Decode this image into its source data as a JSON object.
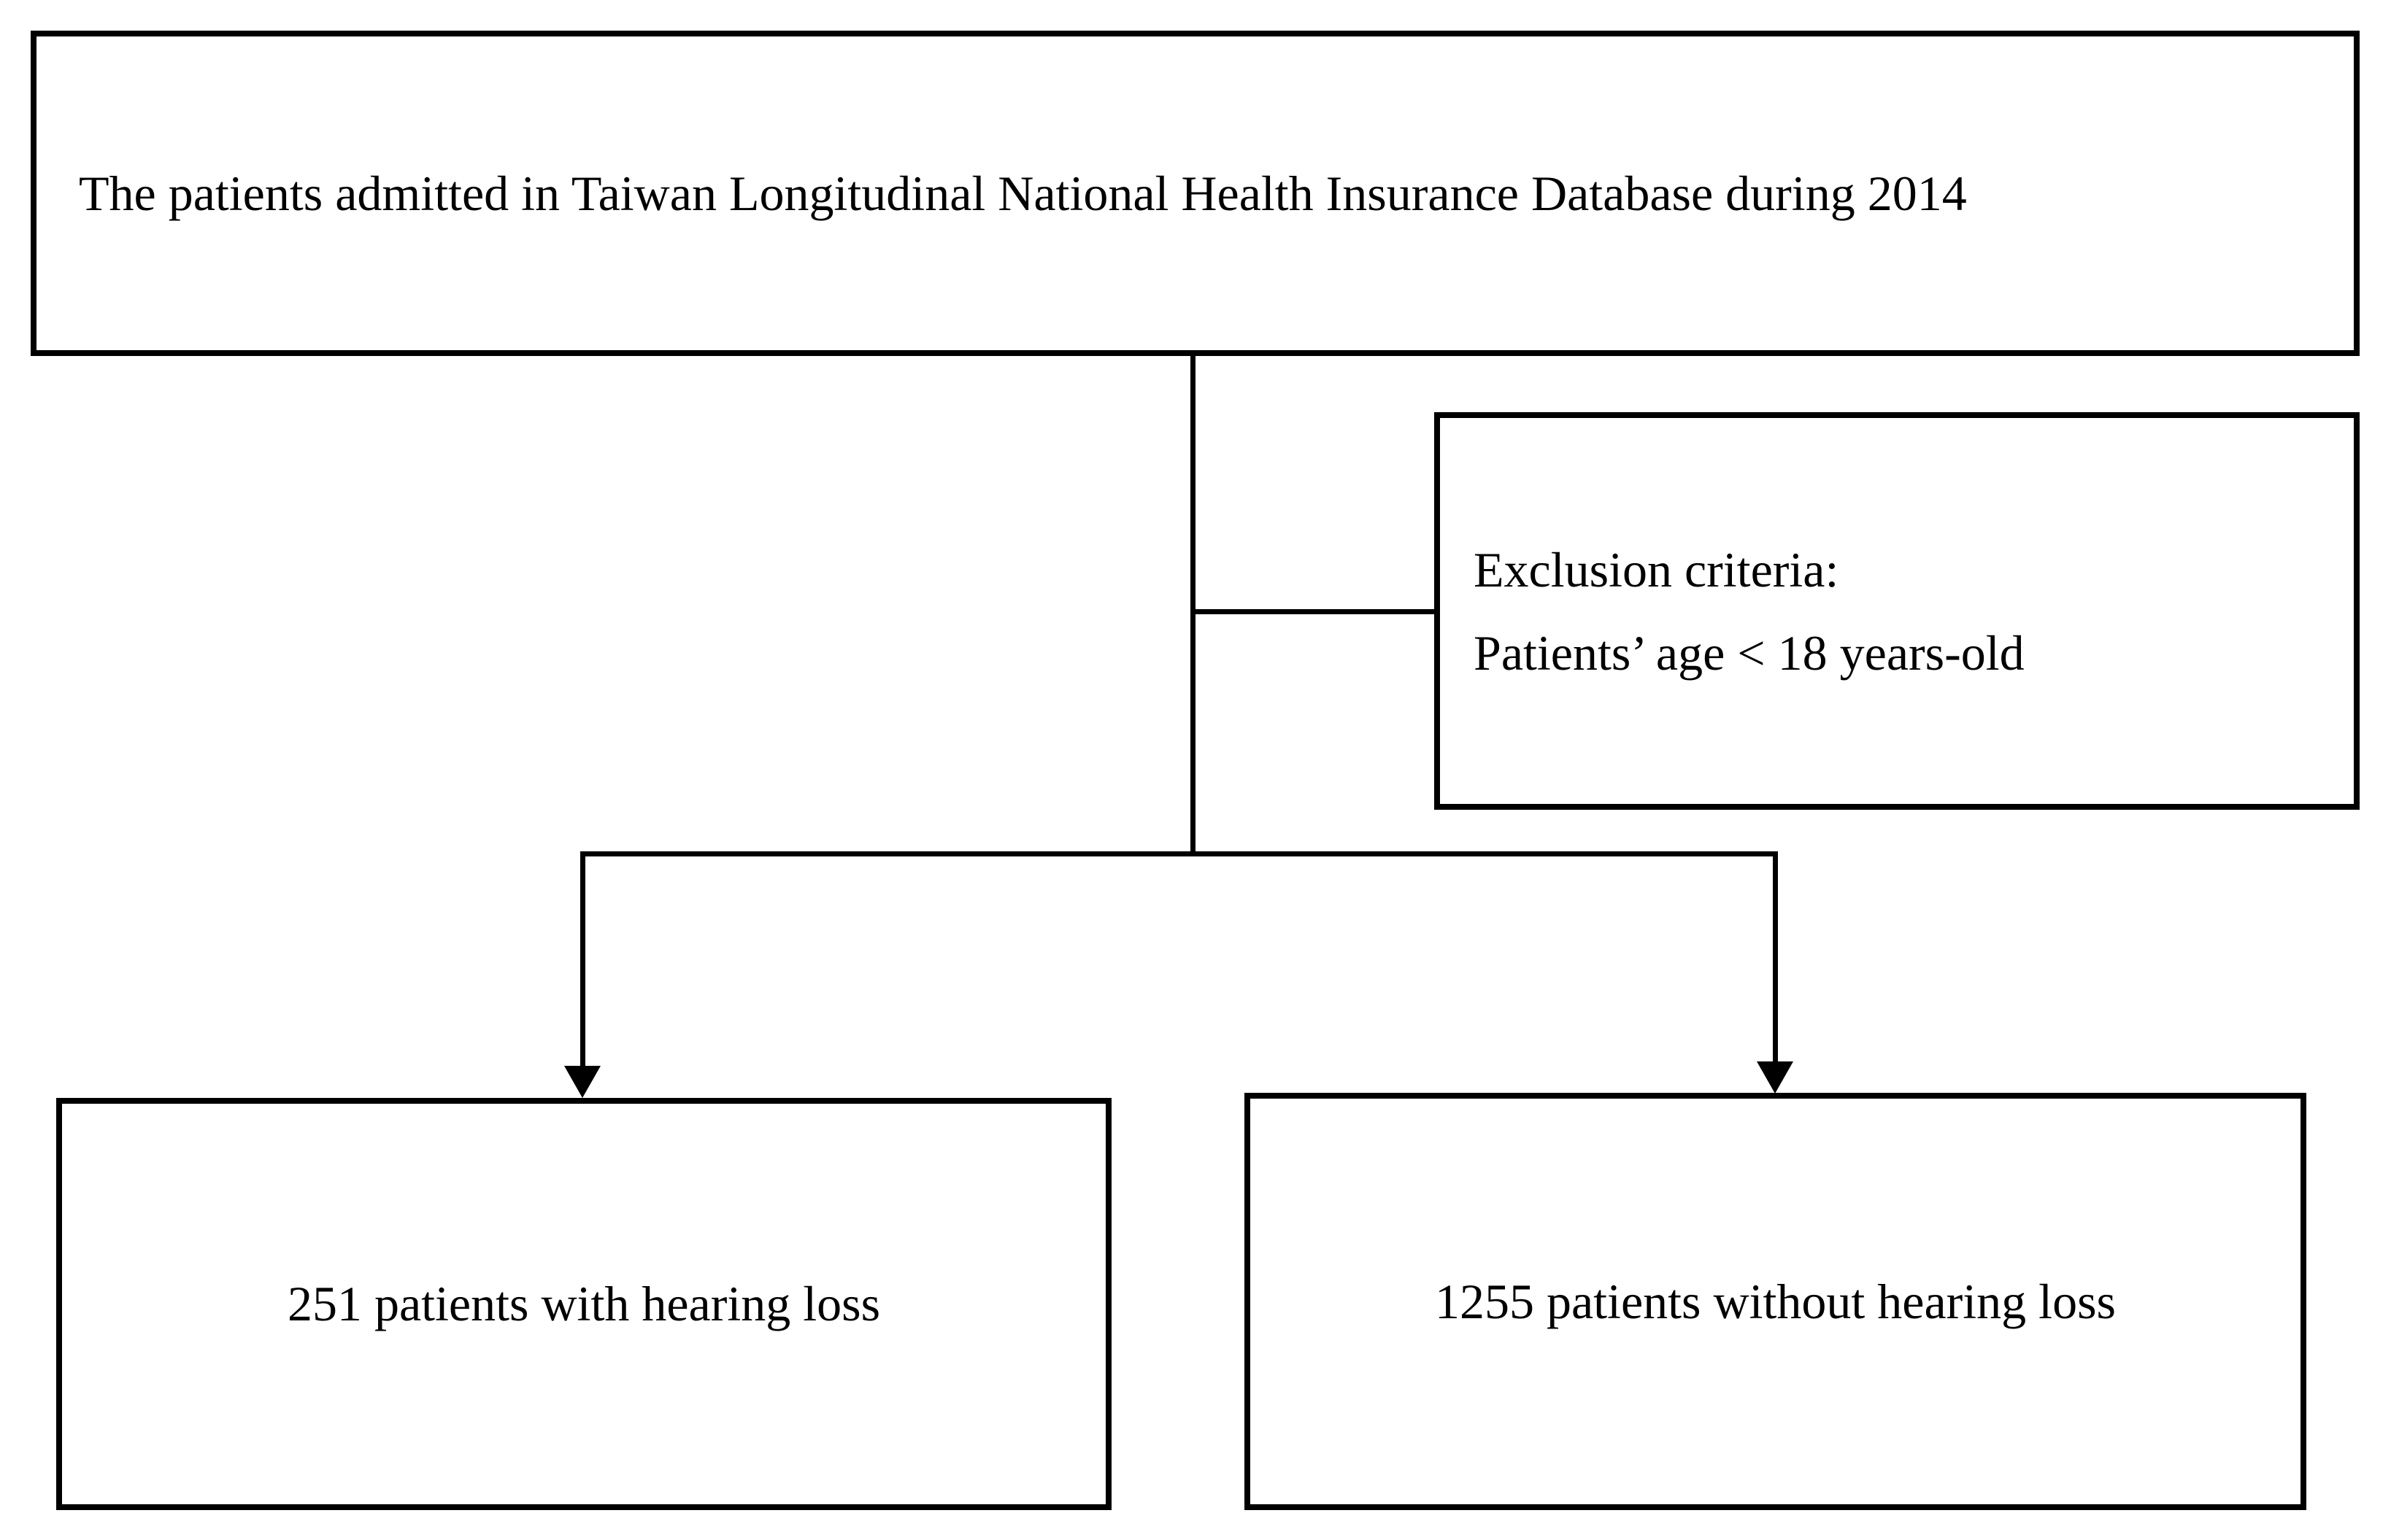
{
  "colors": {
    "ink": "#000000",
    "paper": "#ffffff"
  },
  "diagram": {
    "type": "flowchart",
    "boxes": {
      "top": {
        "text": "The patients admitted in Taiwan Longitudinal National Health Insurance Database during 2014"
      },
      "exclusion": {
        "lines": [
          "Exclusion criteria:",
          "Patients’ age < 18 years-old"
        ]
      },
      "left": {
        "text": "251 patients with hearing loss"
      },
      "right": {
        "text": "1255 patients without hearing loss"
      }
    },
    "counts": {
      "with_hearing_loss": 251,
      "without_hearing_loss": 1255,
      "year": 2014,
      "exclusion_age_threshold": 18
    }
  }
}
